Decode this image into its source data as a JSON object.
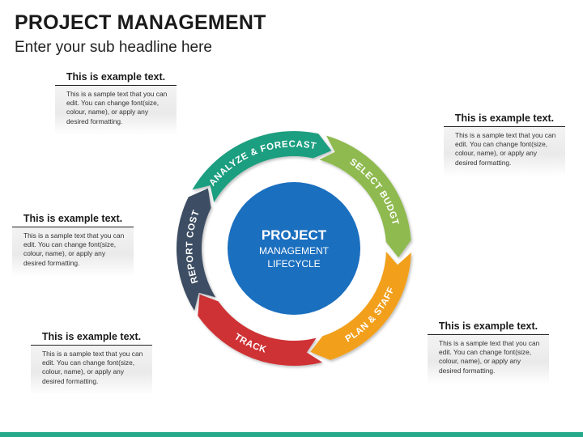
{
  "header": {
    "title": "PROJECT MANAGEMENT",
    "subtitle": "Enter your sub headline here"
  },
  "center": {
    "line1": "PROJECT",
    "line2": "MANAGEMENT",
    "line3": "LIFECYCLE",
    "color": "#1b6fbf"
  },
  "stages": [
    {
      "label": "ANALYZE & FORECAST",
      "color": "#1d9e80"
    },
    {
      "label": "SELECT BUDGT",
      "color": "#8fba4f"
    },
    {
      "label": "PLAN & STAFF",
      "color": "#f2a01e"
    },
    {
      "label": "TRACK",
      "color": "#cf3234"
    },
    {
      "label": "REPORT COST",
      "color": "#3d4d63"
    }
  ],
  "callouts": [
    {
      "title": "This is example text.",
      "body": "This is a sample text that you can edit. You can change font(size, colour, name), or apply any desired formatting."
    },
    {
      "title": "This is example text.",
      "body": "This is a sample text that you can edit. You can change font(size, colour, name), or apply any desired formatting."
    },
    {
      "title": "This is example text.",
      "body": "This is a sample text that you can edit. You can change font(size, colour, name), or apply any desired formatting."
    },
    {
      "title": "This is example text.",
      "body": "This is a sample text that you can edit. You can change font(size, colour, name), or apply any desired formatting."
    },
    {
      "title": "This is example text.",
      "body": "This is a sample text that you can edit. You can change font(size, colour, name), or apply any desired formatting."
    }
  ],
  "accent_bar_color": "#26a98b"
}
